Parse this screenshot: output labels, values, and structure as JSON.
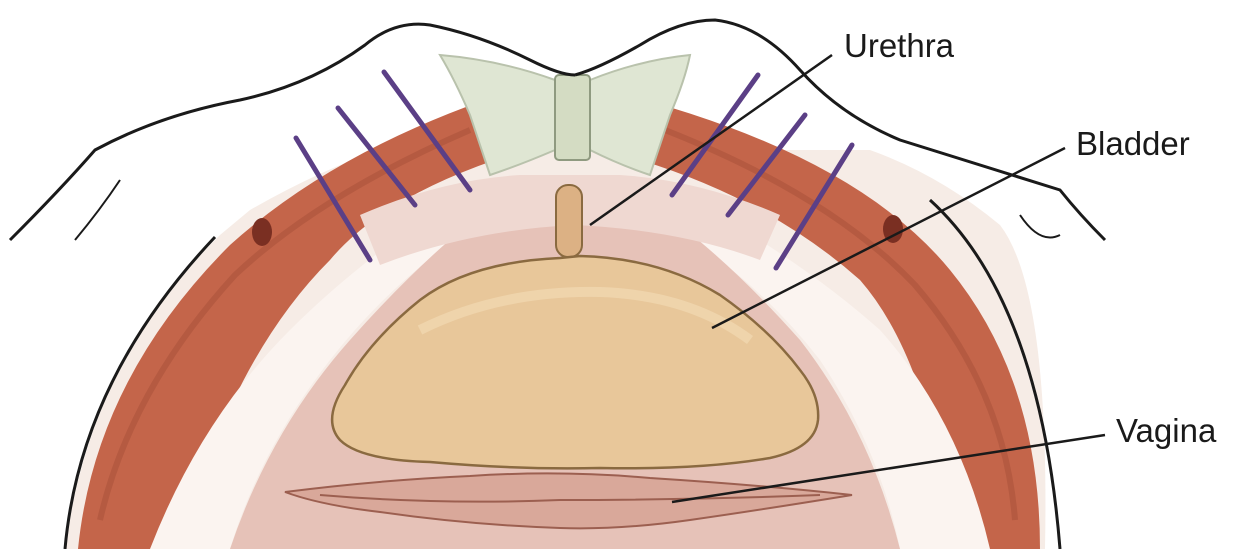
{
  "figure": {
    "labels": {
      "urethra": "Urethra",
      "bladder": "Bladder",
      "vagina": "Vagina"
    }
  },
  "colors": {
    "background": "#ffffff",
    "muscle": "#c4654a",
    "muscle_dark": "#9c4532",
    "fascia": "#e8cfc8",
    "fascia_light": "#f4e4df",
    "bladder": "#e8c79a",
    "bladder_outline": "#8a6a40",
    "urethra": "#dcb184",
    "vagina": "#d9a89a",
    "suture": "#5b3f86",
    "pubic_bone": "#dfe6d3",
    "outline": "#1a1a1a"
  }
}
